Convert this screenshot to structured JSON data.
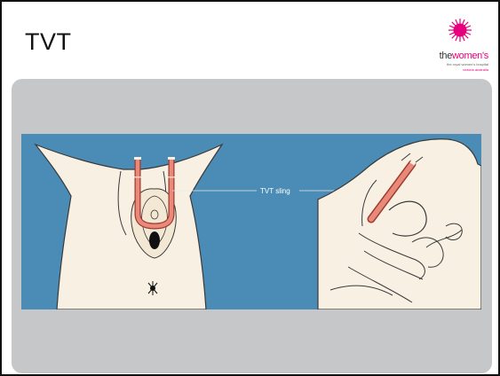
{
  "slide": {
    "title": "TVT",
    "logo": {
      "name_part1": "the",
      "name_part2": "women's",
      "tagline": "the royal women's hospital",
      "tagline2": "victoria australia"
    },
    "figure": {
      "label": "TVT sling"
    }
  },
  "colors": {
    "background": "#ffffff",
    "panel": "#c6c7c9",
    "figure_background": "#4b8cb7",
    "skin": "#f8f1e3",
    "sling": "#d9614c",
    "logo_accent": "#e6007e"
  },
  "icons": [
    "logo-starburst-icon",
    "anatomy-front-view",
    "anatomy-side-view"
  ]
}
